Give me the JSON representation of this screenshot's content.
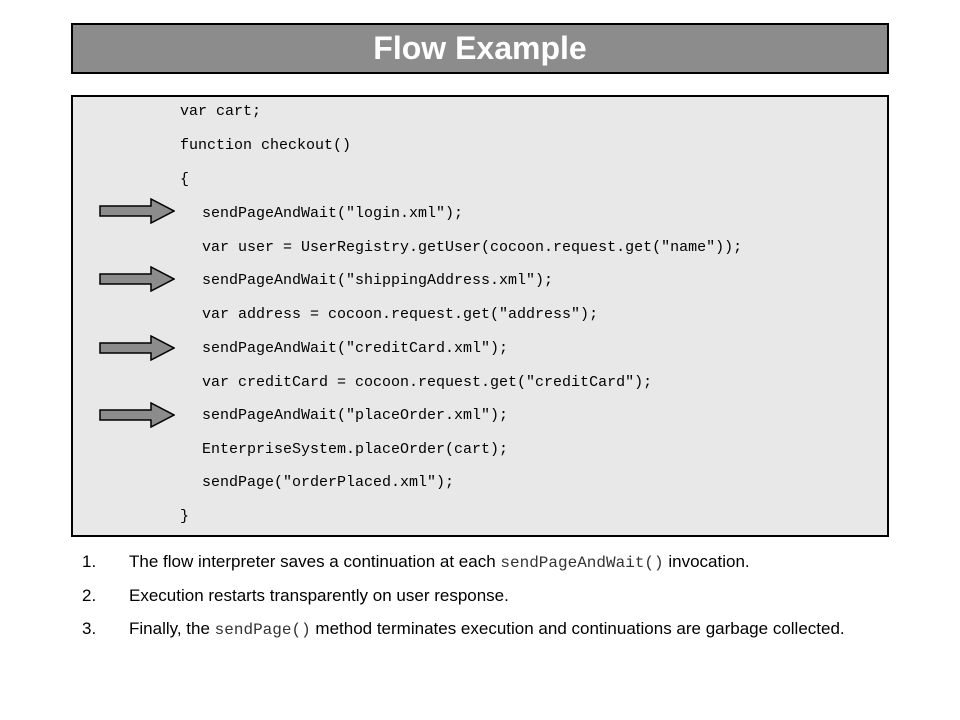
{
  "title": "Flow Example",
  "code_lines": [
    "var cart;",
    "function checkout()",
    "{",
    "sendPageAndWait(\"login.xml\");",
    "var user = UserRegistry.getUser(cocoon.request.get(\"name\"));",
    "sendPageAndWait(\"shippingAddress.xml\");",
    "var address = cocoon.request.get(\"address\");",
    "sendPageAndWait(\"creditCard.xml\");",
    "var creditCard = cocoon.request.get(\"creditCard\");",
    "sendPageAndWait(\"placeOrder.xml\");",
    "EnterpriseSystem.placeOrder(cart);",
    "sendPage(\"orderPlaced.xml\");",
    "}"
  ],
  "arrow_icon": "right-arrow-icon",
  "colors": {
    "title_bg": "#8c8c8c",
    "code_bg": "#e8e8e8",
    "arrow_fill": "#8c8c8c"
  },
  "notes": [
    {
      "num": "1.",
      "before": "The flow interpreter saves a continuation at each ",
      "code": "sendPageAndWait()",
      "after": " invocation."
    },
    {
      "num": "2.",
      "before": "Execution restarts transparently on user response.",
      "code": "",
      "after": ""
    },
    {
      "num": "3.",
      "before": "Finally, the ",
      "code": "sendPage()",
      "after": " method terminates execution and continuations are garbage collected."
    }
  ]
}
